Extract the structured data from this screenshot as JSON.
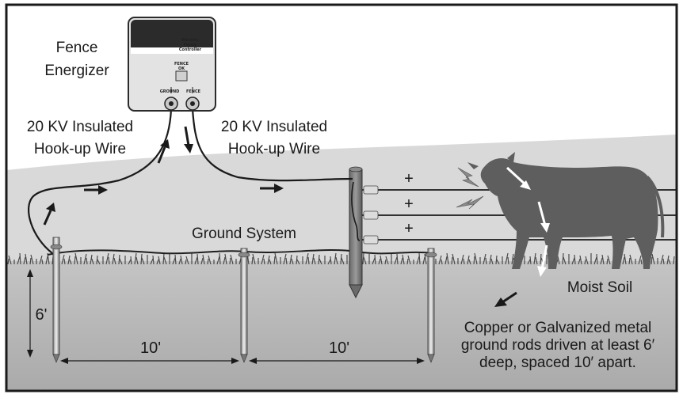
{
  "energizer": {
    "label_line1": "Fence",
    "label_line2": "Energizer",
    "brand_line1": "Electric",
    "brand_line2": "Fence",
    "brand_line3": "Controller",
    "indicator_line1": "FENCE",
    "indicator_line2": "OK",
    "ground_terminal": "GROUND",
    "fence_terminal": "FENCE"
  },
  "wire_left": {
    "line1": "20 KV Insulated",
    "line2": "Hook-up Wire"
  },
  "wire_right": {
    "line1": "20 KV Insulated",
    "line2": "Hook-up Wire"
  },
  "ground_system": "Ground System",
  "polarity": [
    "+",
    "+",
    "+"
  ],
  "moist_soil": "Moist Soil",
  "depth": "6'",
  "spacing_1": "10'",
  "spacing_2": "10'",
  "rods_note": {
    "line1": "Copper or Galvanized metal",
    "line2": "ground rods driven at least 6′",
    "line3": "deep, spaced 10′ apart."
  },
  "colors": {
    "frame": "#1a1a1a",
    "sky": "#ffffff",
    "hill": "#d7d7d7",
    "soil": "#b9b9b9",
    "cow": "#5e5e5e",
    "energizer_top": "#2b2b2b",
    "energizer_body": "#e3e3e3"
  }
}
